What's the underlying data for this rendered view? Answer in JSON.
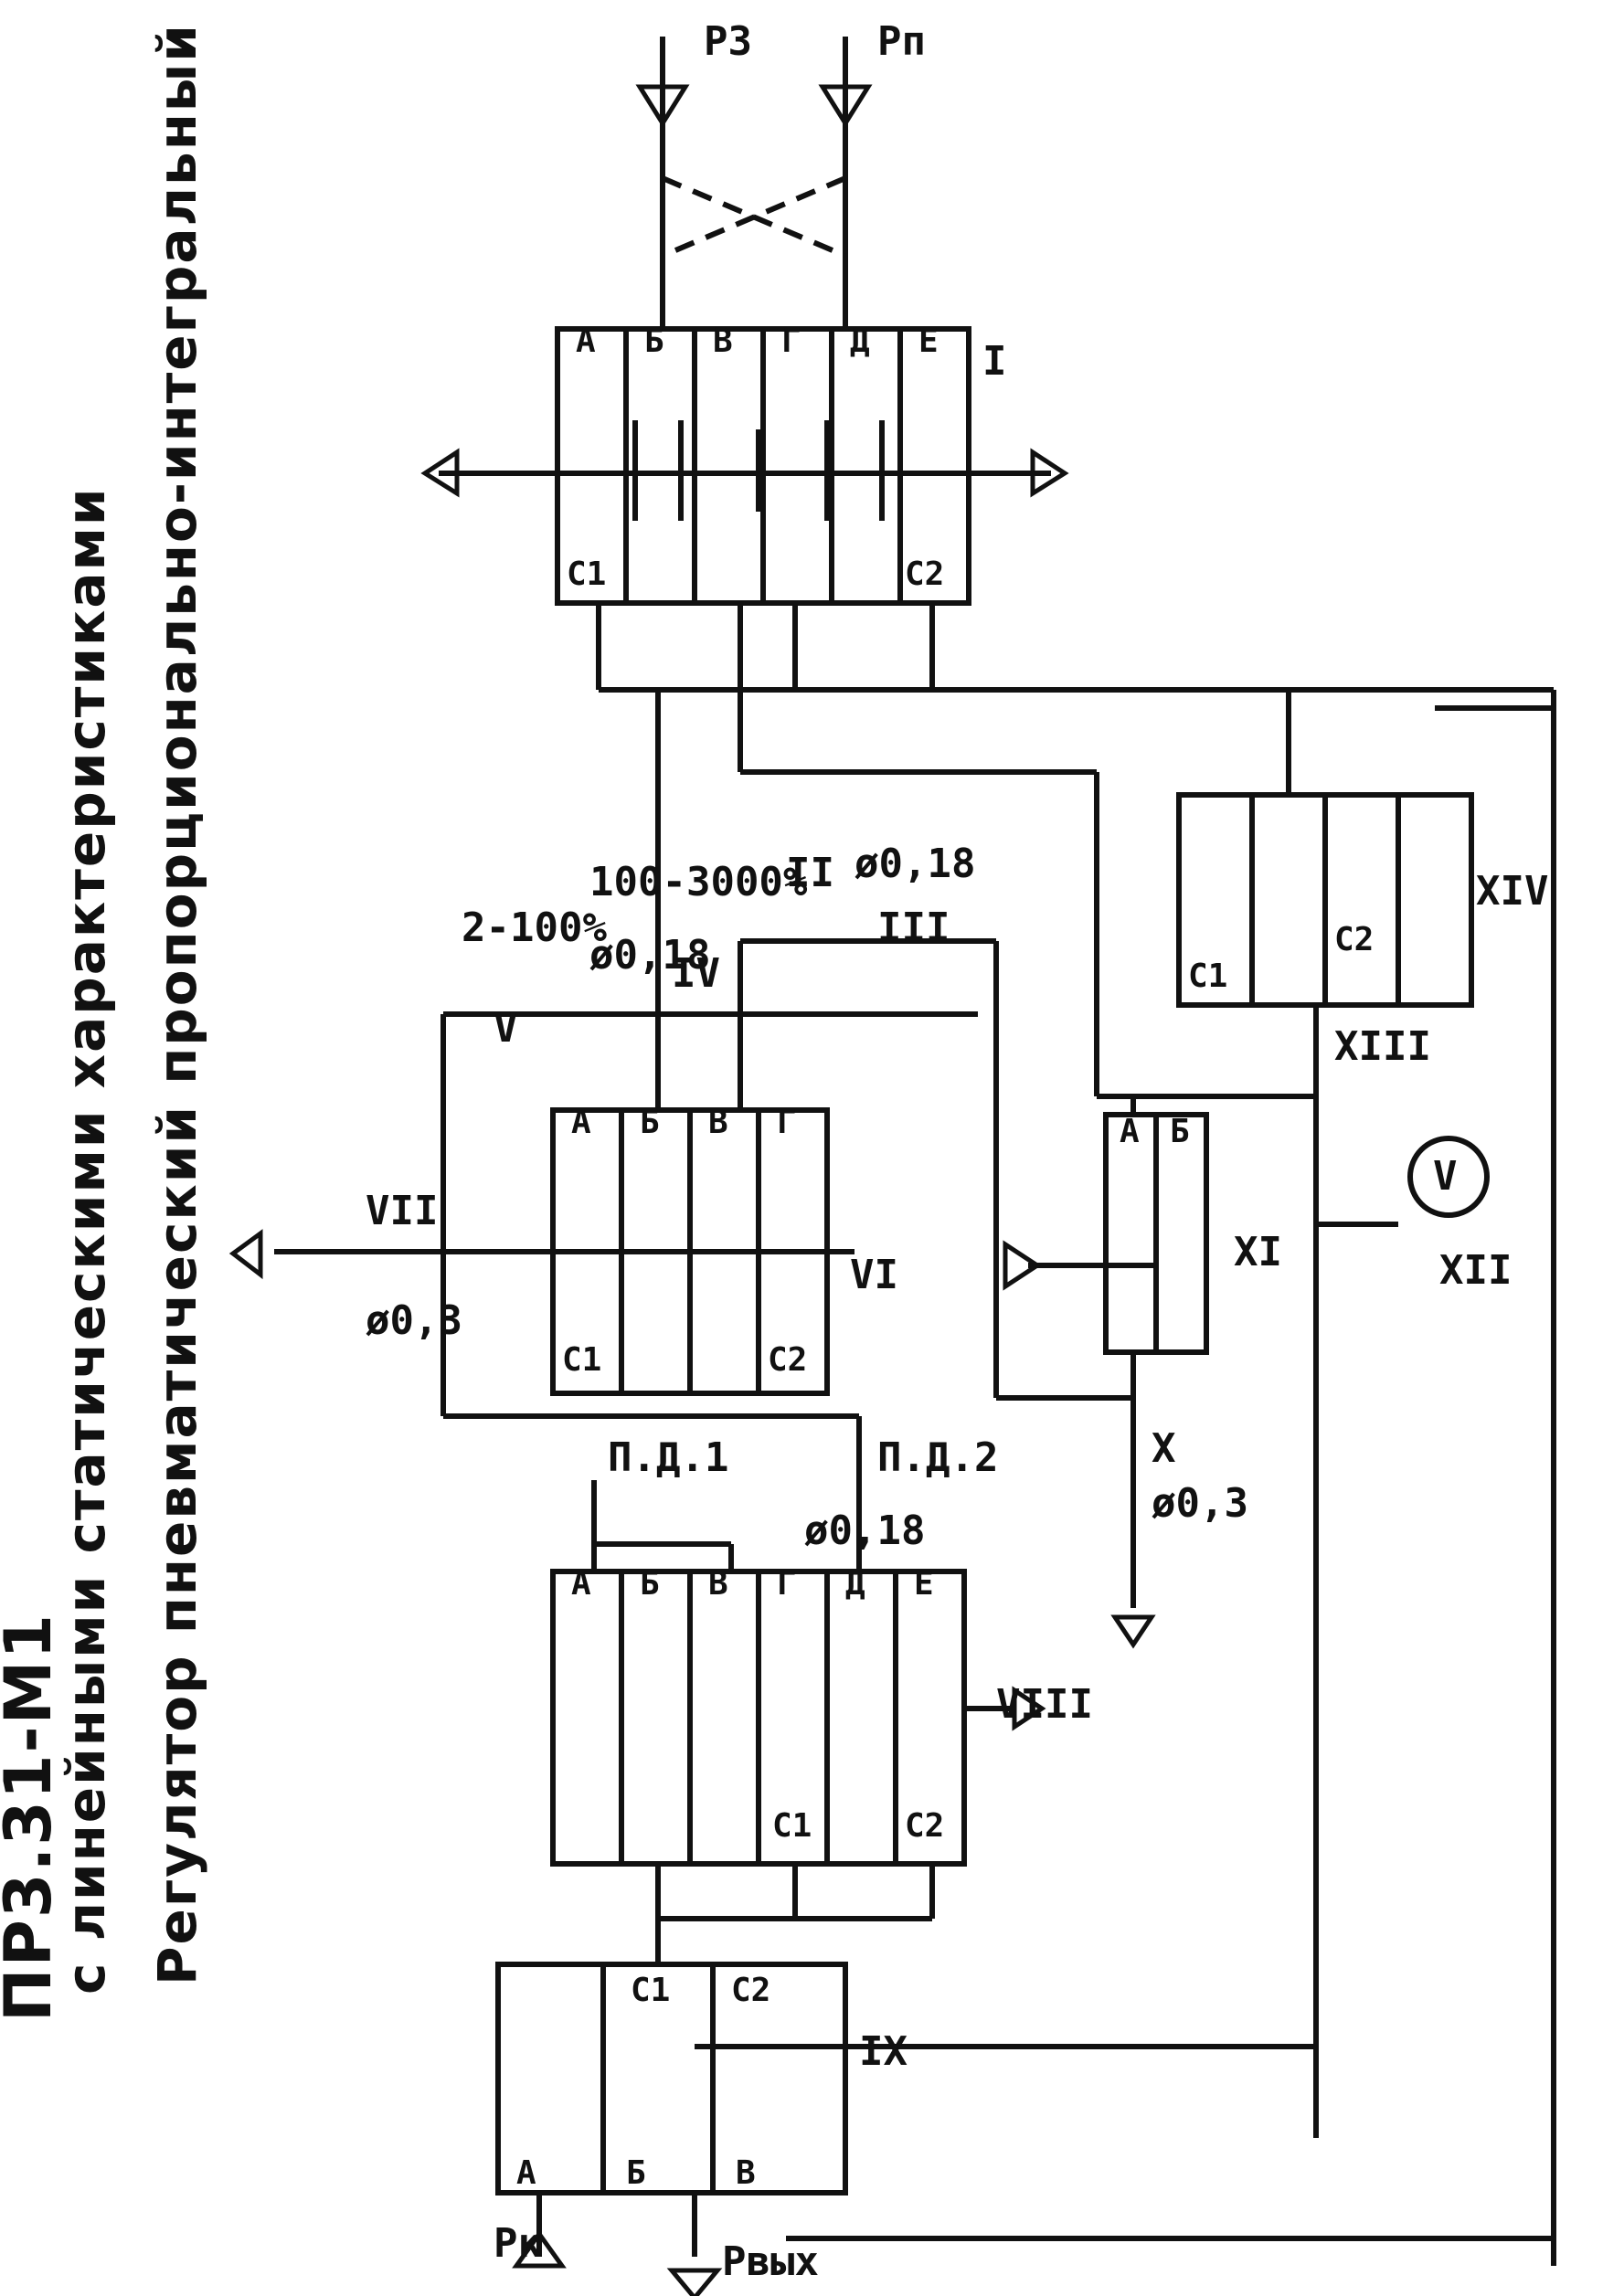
{
  "title": {
    "line1": "Регулятор пневматический пропорционально-интегральный",
    "line2": "с линейными статическими характеристиками",
    "line3": "ПР3.31-М1"
  },
  "ports": {
    "p3": "Р3",
    "pn": "Рп",
    "pk": "Рк",
    "pout": "Рвых"
  },
  "blocks": {
    "b1": {
      "label": "I",
      "chambers": [
        "А",
        "Б",
        "В",
        "Г",
        "Д",
        "Е"
      ],
      "c1": "С1",
      "c2": "С2"
    },
    "b6": {
      "label": "VI",
      "chambers": [
        "А",
        "Б",
        "В",
        "Г"
      ],
      "c1": "С1",
      "c2": "С2"
    },
    "b8": {
      "label": "VIII",
      "chambers": [
        "А",
        "Б",
        "В",
        "Г",
        "Д",
        "Е"
      ],
      "c1": "С1",
      "c2": "С2"
    },
    "b9": {
      "label": "IX",
      "chambers": [
        "А",
        "Б",
        "В"
      ],
      "c1": "С1",
      "c2": "С2"
    },
    "b11": {
      "label": "XI",
      "chambers": [
        "А",
        "Б"
      ]
    },
    "b14": {
      "label": "XIV",
      "c1": "С1",
      "c2": "С2"
    }
  },
  "restrictors": {
    "r2": {
      "label": "II",
      "value": "100-3000%"
    },
    "r3": {
      "label": "III",
      "value": "ø0,18"
    },
    "r4": {
      "label": "IV",
      "value": "ø0,18"
    },
    "r5": {
      "label": "V",
      "value": "2-100%"
    },
    "r7": {
      "label": "VII",
      "value": "ø0,3"
    },
    "r10": {
      "label": "X",
      "value": "ø0,3"
    },
    "r13": {
      "label": "XIII"
    },
    "pd1": {
      "label": "П.Д.1"
    },
    "pd2": {
      "label": "П.Д.2",
      "value": "ø0,18"
    },
    "v12": {
      "label": "XII",
      "symbol": "V"
    }
  }
}
